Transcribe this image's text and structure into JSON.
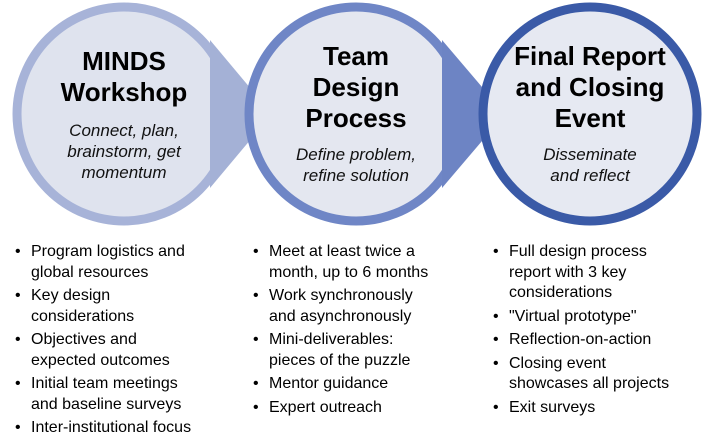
{
  "colors": {
    "stage1_fill": "#dfe3ee",
    "stage1_ring": "#a7b3d8",
    "stage2_fill": "#e4e7f0",
    "stage2_ring": "#6f86c6",
    "stage3_fill": "#e6e9f2",
    "stage3_ring": "#3a5aa7",
    "arrow1": "#a4b1d6",
    "arrow2": "#6d84c4"
  },
  "stages": [
    {
      "title": "MINDS\nWorkshop",
      "subtitle": "Connect, plan,\nbrainstorm, get\nmomentum",
      "bullets": [
        "Program logistics and\nglobal resources",
        "Key design\nconsiderations",
        "Objectives and\nexpected outcomes",
        "Initial team meetings\nand baseline surveys",
        "Inter-institutional focus"
      ]
    },
    {
      "title": "Team\nDesign\nProcess",
      "subtitle": "Define problem,\nrefine solution",
      "bullets": [
        "Meet at least twice a\nmonth, up to 6 months",
        "Work synchronously\nand asynchronously",
        "Mini-deliverables:\npieces of the puzzle",
        "Mentor guidance",
        "Expert outreach"
      ]
    },
    {
      "title": "Final Report\nand Closing\nEvent",
      "subtitle": "Disseminate\nand reflect",
      "bullets": [
        "Full design process\nreport with 3 key\nconsiderations",
        "\"Virtual prototype\"",
        "Reflection-on-action",
        "Closing event\nshowcases all projects",
        "Exit surveys"
      ]
    }
  ]
}
